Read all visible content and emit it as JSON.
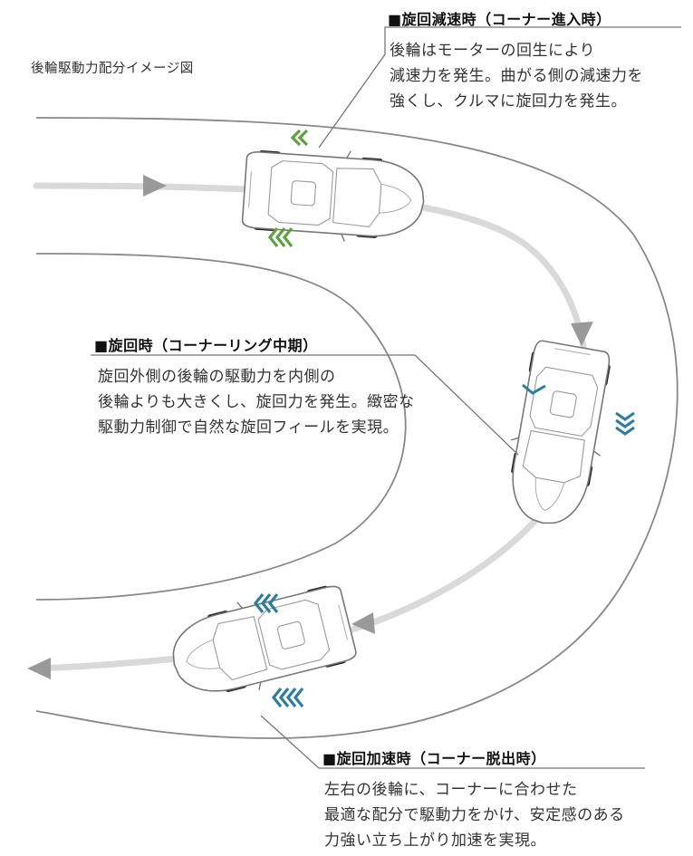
{
  "caption": "後輪駆動力配分イメージ図",
  "sections": {
    "decel": {
      "title": "■旋回減速時（コーナー進入時）",
      "lines": [
        "後輪はモーターの回生により",
        "減速力を発生。曲がる側の減速力を",
        "強くし、クルマに旋回力を発生。"
      ]
    },
    "mid": {
      "title": "■旋回時（コーナーリング中期）",
      "lines": [
        "旋回外側の後輪の駆動力を内側の",
        "後輪よりも大きくし、旋回力を発生。緻密な",
        "駆動力制御で自然な旋回フィールを実現。"
      ]
    },
    "accel": {
      "title": "■旋回加速時（コーナー脱出時）",
      "lines": [
        "左右の後輪に、コーナーに合わせた",
        "最適な配分で駆動力をかけ、安定感のある",
        "力強い立ち上がり加速を実現。"
      ]
    }
  },
  "colors": {
    "road_edge": "#888888",
    "path": "#d9d9d9",
    "path_arrow": "#999999",
    "regen_arrows": "#5fa043",
    "drive_arrows": "#2e7c9e",
    "leader": "#777777",
    "car_body": "#ffffff",
    "car_outline": "#777777",
    "tire": "#222222"
  },
  "icons": [
    "car-top-view-icon",
    "chevron-arrow-icon",
    "triangle-arrowhead-icon"
  ]
}
